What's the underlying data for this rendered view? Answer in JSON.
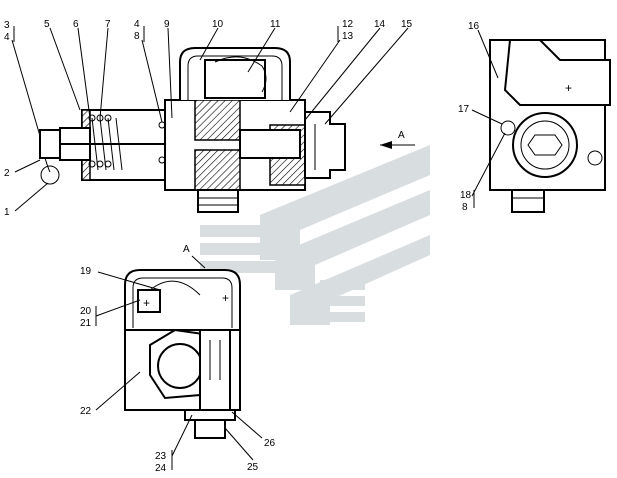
{
  "callouts": {
    "c1": "1",
    "c2": "2",
    "c3": "3",
    "c4": "4",
    "c5": "5",
    "c6": "6",
    "c7": "7",
    "c4b": "4",
    "c8b": "8",
    "c9": "9",
    "c10": "10",
    "c11": "11",
    "c12": "12",
    "c13": "13",
    "c14": "14",
    "c15": "15",
    "c16": "16",
    "c17": "17",
    "c18": "18",
    "c8c": "8",
    "c19": "19",
    "c20": "20",
    "c21": "21",
    "c22": "22",
    "c23": "23",
    "c24": "24",
    "c25": "25",
    "c26": "26"
  },
  "view_labels": {
    "arrow_a": "A",
    "view_a": "A"
  },
  "colors": {
    "line": "#000000",
    "watermark": "#d8dde0",
    "background": "#ffffff"
  }
}
